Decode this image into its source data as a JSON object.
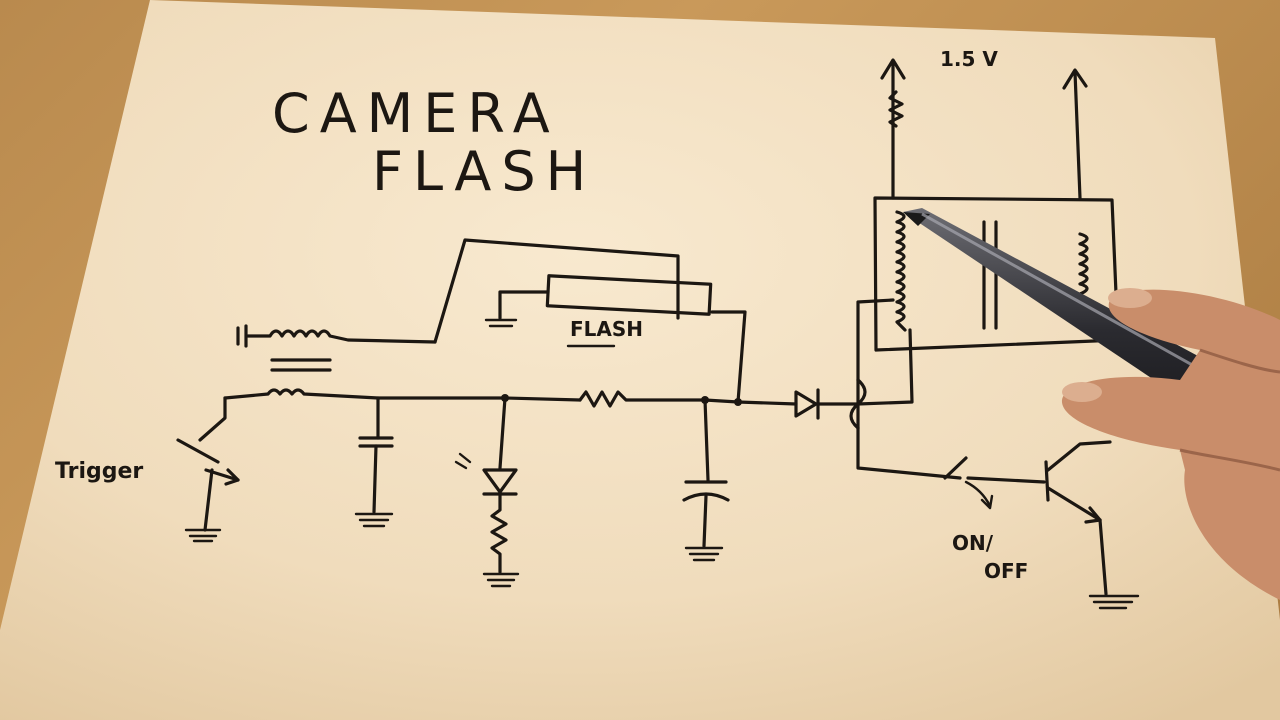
{
  "title_line1": "CAMERA",
  "title_line2": "FLASH",
  "labels": {
    "voltage": "1.5 V",
    "flash": "FLASH",
    "trigger": "Trigger",
    "switch_on": "ON/",
    "switch_off": "OFF"
  },
  "colors": {
    "paper": "#f2e0c4",
    "ink": "#1c1712",
    "table": "#b98a4e",
    "skin": "#c98d6a",
    "pen": "#3a3a3e"
  }
}
